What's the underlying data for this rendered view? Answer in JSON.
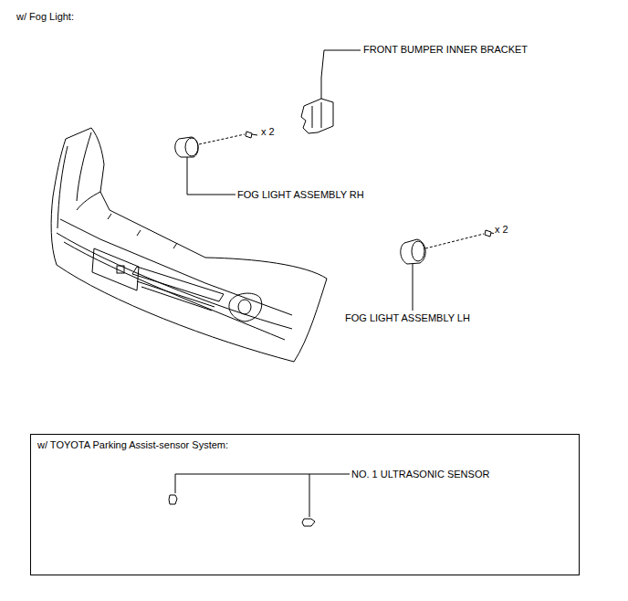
{
  "diagram": {
    "title": "w/ Fog Light:",
    "nodes": [
      {
        "text": [
          "w/ TOYOTA Parking Assist-sensor System:",
          "NO. 1 ULTRASONIC SENSOR"
        ]
      }
    ],
    "labels": [
      "FRONT BUMPER INNER BRACKET",
      "x 2",
      "FOG LIGHT ASSEMBLY RH",
      "x 2",
      "FOG LIGHT ASSEMBLY LH"
    ]
  }
}
